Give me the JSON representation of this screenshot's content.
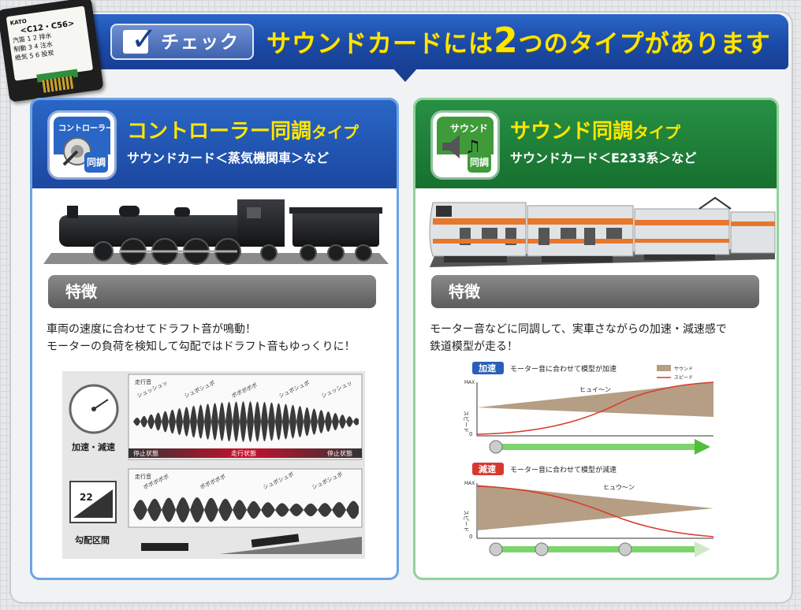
{
  "banner": {
    "check_label": "チェック",
    "headline_pre": "サウンドカードには",
    "headline_num": "2",
    "headline_post": "つのタイプがあります"
  },
  "card_product": {
    "brand": "KATO",
    "name": "<C12・C56>",
    "rows": [
      "汽笛 1 2 排水",
      "制動 3 4 注水",
      "絶気 5 6 投炭"
    ]
  },
  "left": {
    "icon_label": "コントローラー",
    "icon_sync": "同調",
    "title": "コントローラー同調",
    "title_suffix": "タイプ",
    "subtitle": "サウンドカード＜蒸気機関車＞など",
    "feature_label": "特徴",
    "desc": [
      "車両の速度に合わせてドラフト音が鳴動！",
      "モーターの負荷を検知して勾配ではドラフト音もゆっくりに！"
    ],
    "diagram": {
      "accel_label": "加速・減速",
      "slope_label": "勾配区間",
      "travel_sound": "走行音",
      "slope_sign": "22",
      "states": [
        "停止状態",
        "走行状態",
        "停止状態"
      ],
      "top_sounds": [
        "シュッシュッ",
        "シュポシュポ",
        "ポポポポポ",
        "シュポシュポ",
        "シュッシュッ"
      ],
      "bottom_sounds": [
        "ポポポポポ",
        "ポポポポポ",
        "シュポシュポ",
        "シュポシュポ"
      ]
    }
  },
  "right": {
    "icon_label": "サウンド",
    "icon_sync": "同調",
    "title": "サウンド同調",
    "title_suffix": "タイプ",
    "subtitle": "サウンドカード＜E233系＞など",
    "feature_label": "特徴",
    "desc": [
      "モーター音などに同調して、実車さながらの加速・減速感で",
      "鉄道模型が走る！"
    ],
    "diagram": {
      "accel_tag": "加速",
      "accel_caption": "モーター音に合わせて模型が加速",
      "decel_tag": "減速",
      "decel_caption": "モーター音に合わせて模型が減速",
      "legend_sound": "サウンド",
      "legend_speed": "スピード",
      "y_max": "MAX",
      "y_zero": "0",
      "y_label": "スピード",
      "accel_sound": "ヒュイ〜ン",
      "decel_sound": "ヒュウ〜ン"
    }
  },
  "colors": {
    "banner_blue": "#1b4aa6",
    "headline_yellow": "#ffe600",
    "left_accent": "#2a66c6",
    "right_accent": "#279044",
    "accel_tag": "#2a5fb8",
    "decel_tag": "#d63a2f",
    "sound_fill": "#b59e84",
    "speed_line": "#d93a2c"
  }
}
